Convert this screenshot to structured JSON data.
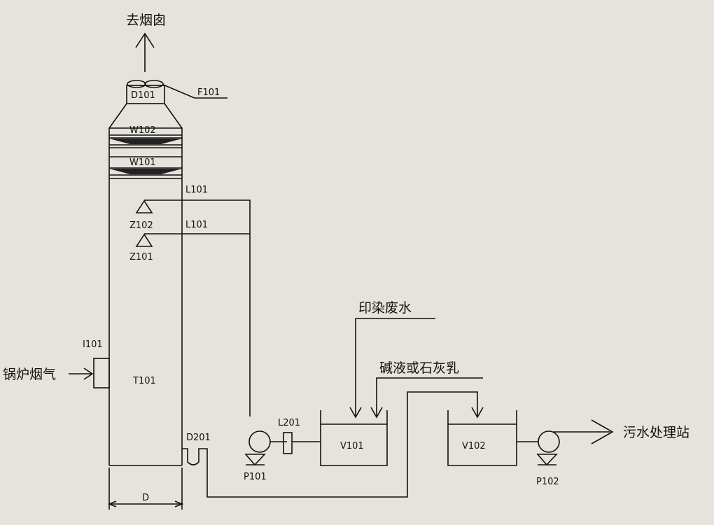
{
  "labels": {
    "chimney": "去烟囱",
    "fan": "F101",
    "demister": "D101",
    "w102": "W102",
    "w101": "W101",
    "l101_top": "L101",
    "l101_bottom": "L101",
    "z102": "Z102",
    "z101": "Z101",
    "inlet": "I101",
    "tower": "T101",
    "boiler_gas": "锅炉烟气",
    "drain_seal": "D201",
    "diameter": "D",
    "pump1": "P101",
    "filter": "L201",
    "tank1": "V101",
    "dye_wastewater": "印染废水",
    "alkali": "碱液或石灰乳",
    "tank2": "V102",
    "pump2": "P102",
    "treatment_station": "污水处理站"
  }
}
